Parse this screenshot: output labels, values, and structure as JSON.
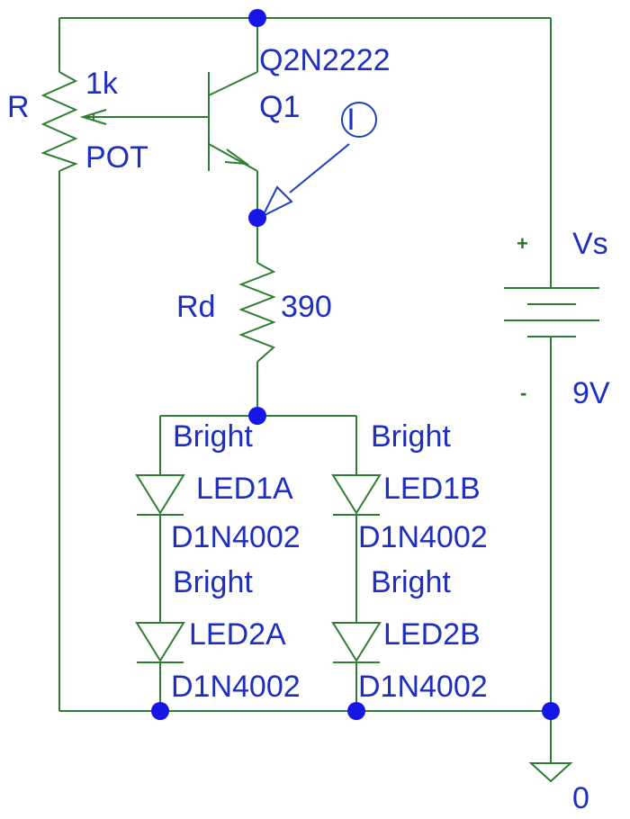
{
  "colors": {
    "wire": "#2e7d32",
    "label": "#1e2fbf",
    "node": "#1616e6",
    "polarity": "#1e7a1e"
  },
  "components": {
    "pot": {
      "ref": "R",
      "value": "1k",
      "model": "POT"
    },
    "transistor": {
      "model": "Q2N2222",
      "ref": "Q1"
    },
    "current_probe": {
      "symbol": "I"
    },
    "resistor": {
      "ref": "Rd",
      "value": "390"
    },
    "source": {
      "ref": "Vs",
      "value": "9V",
      "plus": "+",
      "minus": "-"
    },
    "leds": [
      {
        "ref": "LED1A",
        "param": "Bright",
        "model": "D1N4002"
      },
      {
        "ref": "LED1B",
        "param": "Bright",
        "model": "D1N4002"
      },
      {
        "ref": "LED2A",
        "param": "Bright",
        "model": "D1N4002"
      },
      {
        "ref": "LED2B",
        "param": "Bright",
        "model": "D1N4002"
      }
    ],
    "ground": {
      "label": "0"
    }
  }
}
